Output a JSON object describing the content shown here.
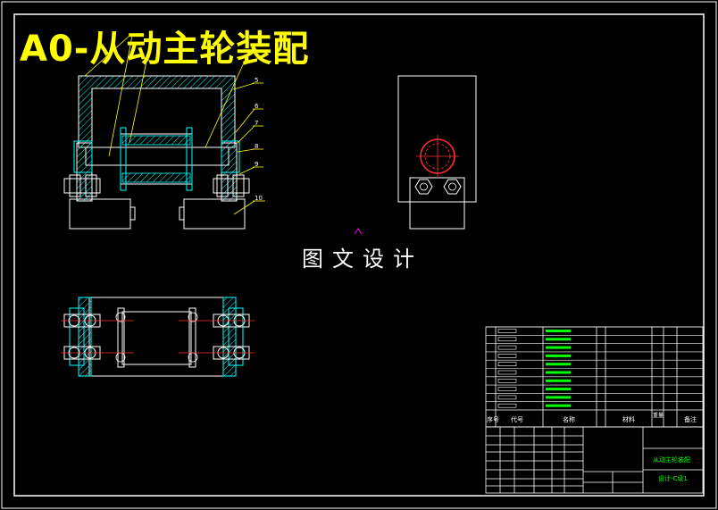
{
  "drawing_title": "A0-从动主轮装配",
  "watermark": "图文设计",
  "balloons": [
    "5",
    "6",
    "7",
    "8",
    "9",
    "10"
  ],
  "parts_list_header": {
    "seq": "序号",
    "code": "代号",
    "name": "名称",
    "material": "材料",
    "weight": "重量",
    "note": "备注"
  },
  "title_block": {
    "drawing_name": "从动主轮装配",
    "drawing_code": "设计-C级1"
  },
  "colors": {
    "background": "#000000",
    "outline": "#ffffff",
    "hatch": "#00ffff",
    "center_line": "#ff3030",
    "leader": "#ffff00",
    "table_text": "#00ff00",
    "title": "#ffff00",
    "marker": "#ff00ff"
  }
}
